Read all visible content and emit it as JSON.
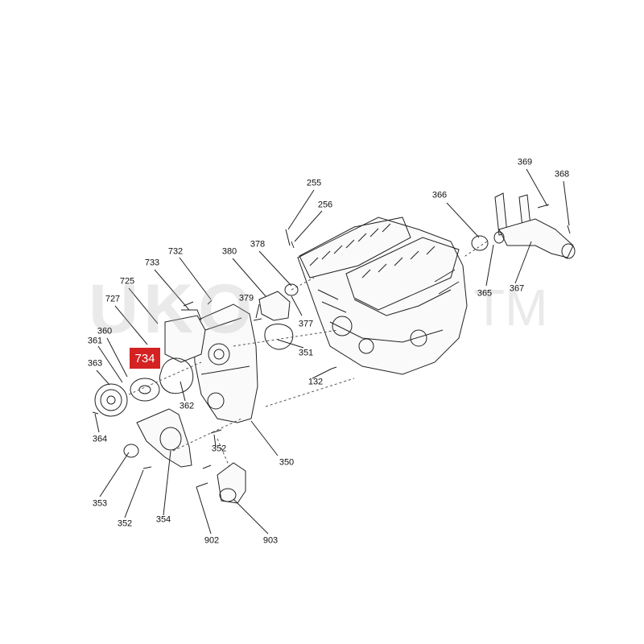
{
  "watermark": {
    "text": "UKO",
    "tm": "TM"
  },
  "highlight": {
    "label": "734",
    "color": "#d42222"
  },
  "labels": {
    "l369": "369",
    "l368": "368",
    "l366": "366",
    "l255": "255",
    "l256": "256",
    "l378": "378",
    "l380": "380",
    "l732": "732",
    "l733": "733",
    "l725": "725",
    "l727": "727",
    "l360": "360",
    "l361": "361",
    "l363": "363",
    "l379": "379",
    "l377": "377",
    "l351": "351",
    "l365": "365",
    "l367": "367",
    "l132": "132",
    "l362": "362",
    "l364": "364",
    "l352a": "352",
    "l350": "350",
    "l353": "353",
    "l352b": "352",
    "l354": "354",
    "l902": "902",
    "l903": "903"
  }
}
